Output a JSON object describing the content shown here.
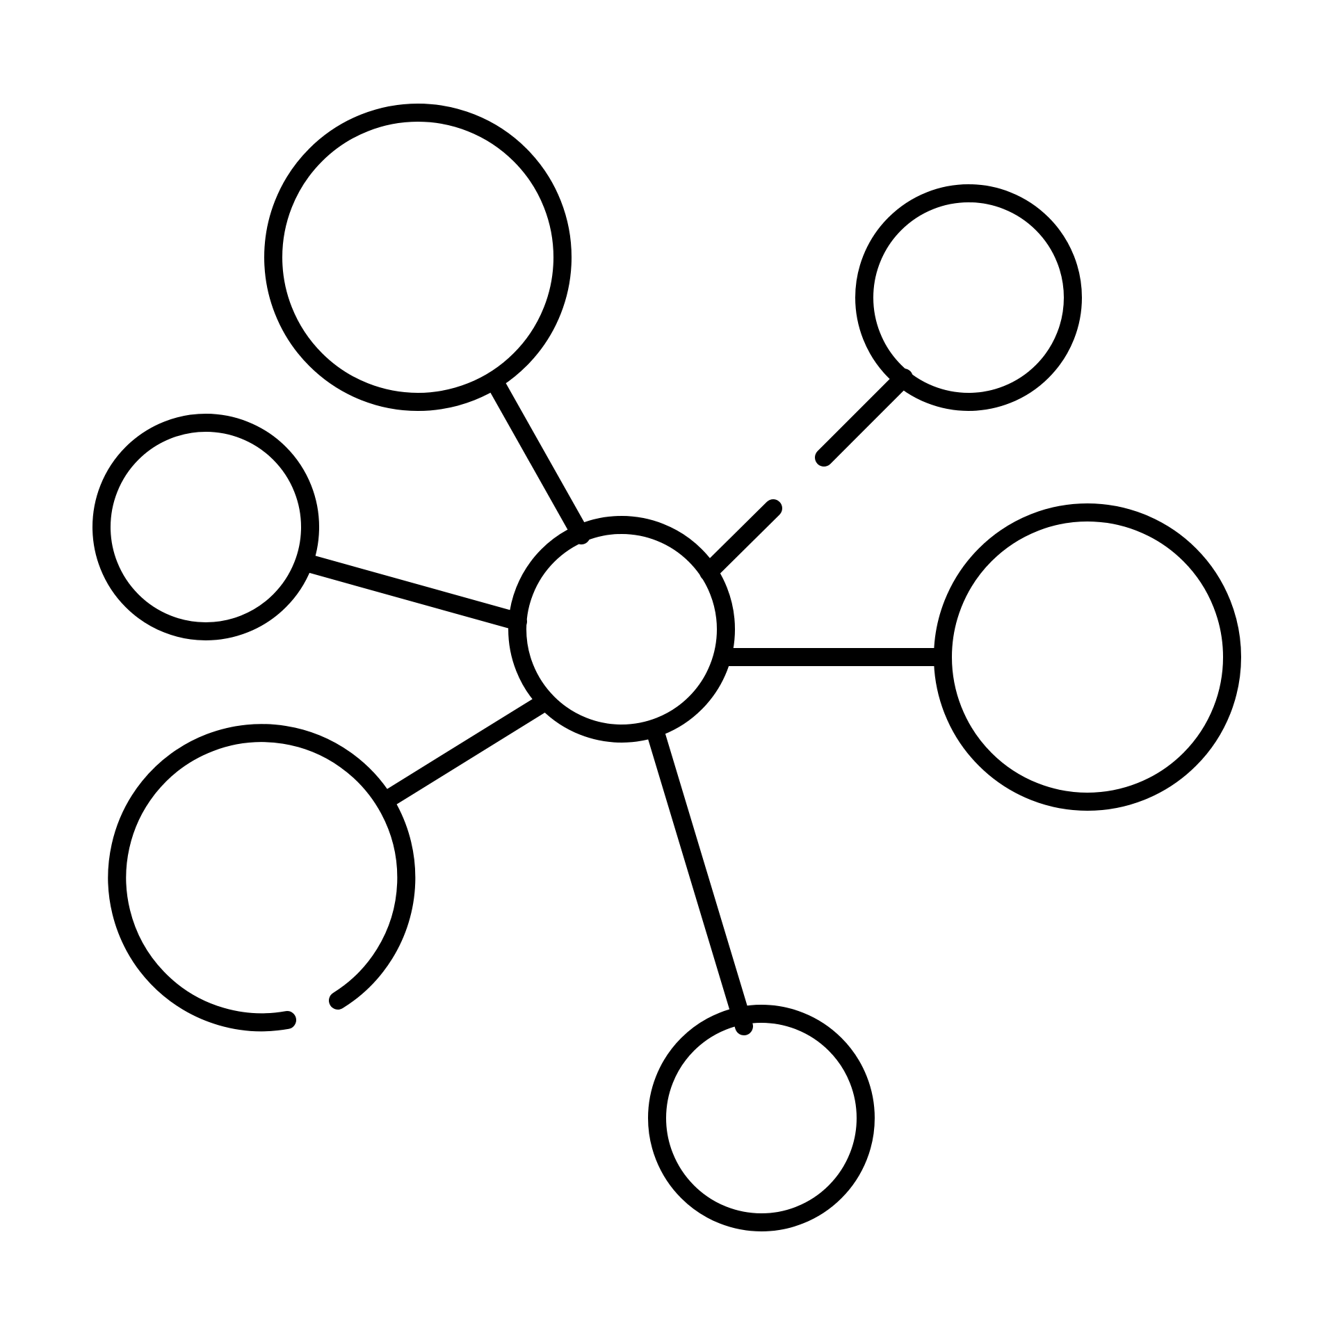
{
  "diagram": {
    "type": "network-hub-icon",
    "colors": {
      "background": "#ffffff",
      "stroke": "#000000"
    },
    "nodes": [
      {
        "id": "center",
        "role": "hub"
      },
      {
        "id": "top-left-large",
        "role": "satellite"
      },
      {
        "id": "top-right-small",
        "role": "satellite"
      },
      {
        "id": "left-small",
        "role": "satellite"
      },
      {
        "id": "right-large",
        "role": "satellite"
      },
      {
        "id": "bottom-left-large-open",
        "role": "satellite",
        "style": "broken-arc"
      },
      {
        "id": "bottom-small",
        "role": "satellite"
      }
    ],
    "edges": [
      {
        "from": "center",
        "to": "top-left-large"
      },
      {
        "from": "center",
        "to": "top-right-small",
        "style": "broken"
      },
      {
        "from": "center",
        "to": "left-small"
      },
      {
        "from": "center",
        "to": "right-large"
      },
      {
        "from": "center",
        "to": "bottom-left-large-open"
      },
      {
        "from": "center",
        "to": "bottom-small"
      }
    ]
  }
}
